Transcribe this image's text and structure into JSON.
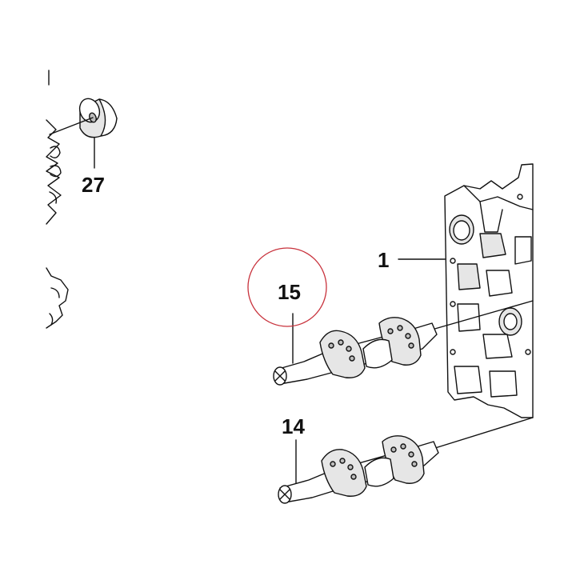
{
  "callouts": {
    "part_27": "27",
    "part_1": "1",
    "part_15": "15",
    "part_14": "14"
  },
  "colors": {
    "highlight_circle": "#c8323c",
    "line_art": "#111111",
    "background": "#ffffff"
  }
}
